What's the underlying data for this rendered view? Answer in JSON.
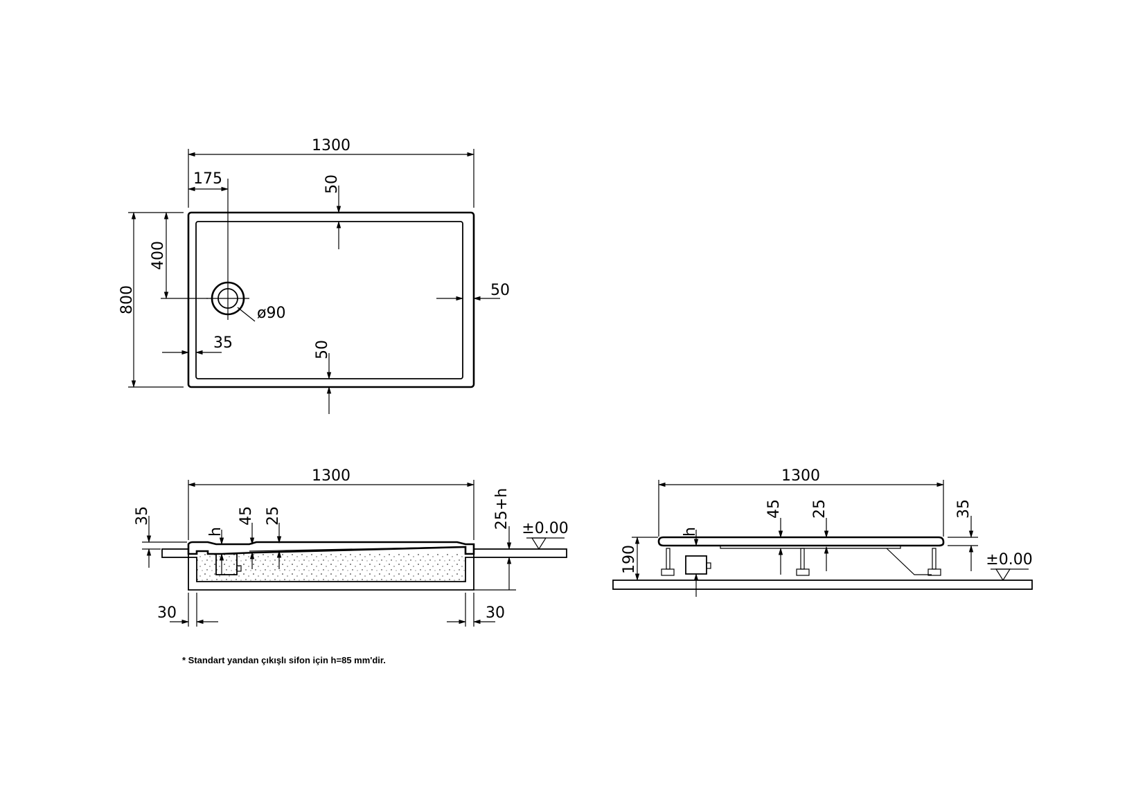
{
  "plan_view": {
    "overall_length": "1300",
    "overall_width": "800",
    "drain_offset_x": "175",
    "drain_offset_y": "400",
    "rim_top": "50",
    "rim_right": "50",
    "rim_bottom": "50",
    "rim_left": "35",
    "drain_diameter": "ø90"
  },
  "section_view": {
    "overall_length": "1300",
    "rim_height": "35",
    "siphon_height": "h",
    "depth_at_drain": "45",
    "depth_inner": "25",
    "floor_offset": "25+h",
    "floor_level": "±0.00",
    "wall_left": "30",
    "wall_right": "30"
  },
  "side_view": {
    "overall_length": "1300",
    "total_height": "190",
    "siphon_height": "h",
    "depth_at_drain": "45",
    "depth_inner": "25",
    "rim_height": "35",
    "floor_level": "±0.00"
  },
  "footnote": "* Standart yandan çıkışlı sifon için h=85 mm'dir."
}
